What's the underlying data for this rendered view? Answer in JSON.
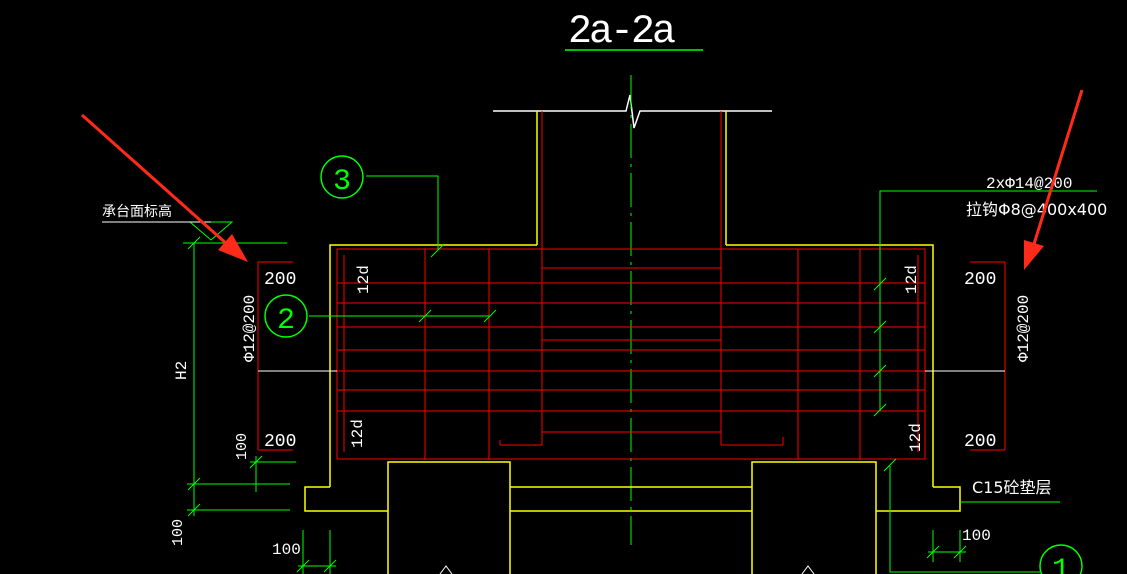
{
  "drawing": {
    "title": "2a-2a",
    "labels": {
      "cap_top_elevation": "承台面标高",
      "rebar_top": "2xΦ14@200",
      "tie_bar": "拉钩Φ8@400x400",
      "cushion": "C15砼垫层",
      "side_rebar": "Φ12@200",
      "dim_200": "200",
      "anchor_12d": "12d",
      "height": "H2",
      "dim_100": "100"
    },
    "markers": {
      "m1": "1",
      "m2": "2",
      "m3": "3"
    },
    "colors": {
      "background": "#000000",
      "concrete_outline": "#ffff00",
      "rebar": "#ff0000",
      "dimension": "#00ff00",
      "text": "#ffffff",
      "annotation_arrow": "#ff2a1a"
    }
  }
}
